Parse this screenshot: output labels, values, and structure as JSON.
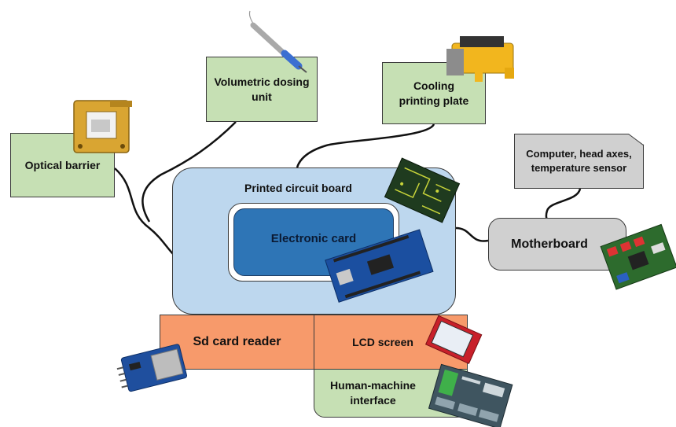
{
  "nodes": {
    "optical_barrier": "Optical barrier",
    "volumetric_dosing": "Volumetric dosing\nunit",
    "cooling_plate": "Cooling\nprinting plate",
    "computer": "Computer, head axes,\ntemperature sensor",
    "pcb": "Printed circuit board",
    "electronic_card": "Electronic card",
    "motherboard": "Motherboard",
    "sd_reader": "Sd card reader",
    "lcd": "LCD screen",
    "hmi": "Human-machine\ninterface"
  },
  "colors": {
    "green": "#c6e0b4",
    "light_blue": "#bdd7ee",
    "dark_blue": "#2e75b6",
    "gray": "#d0d0d0",
    "orange": "#f79a6b"
  }
}
